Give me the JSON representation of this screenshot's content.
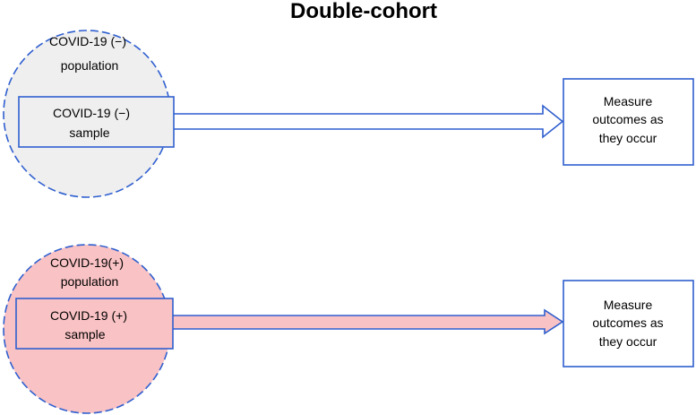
{
  "title": "Double-cohort",
  "colors": {
    "stroke": "#2f5fcf",
    "negative_fill": "#efefef",
    "positive_fill": "#f9c2c4",
    "outcome_fill": "#ffffff"
  },
  "cohorts": [
    {
      "population_line1": "COVID-19 (−)",
      "population_line2": "population",
      "sample_line1": "COVID-19 (−)",
      "sample_line2": "sample",
      "outcome_line1": "Measure",
      "outcome_line2": "outcomes as",
      "outcome_line3": "they occur"
    },
    {
      "population_line1": "COVID-19(+)",
      "population_line2": "population",
      "sample_line1": "COVID-19 (+)",
      "sample_line2": "sample",
      "outcome_line1": "Measure",
      "outcome_line2": "outcomes as",
      "outcome_line3": "they occur"
    }
  ]
}
